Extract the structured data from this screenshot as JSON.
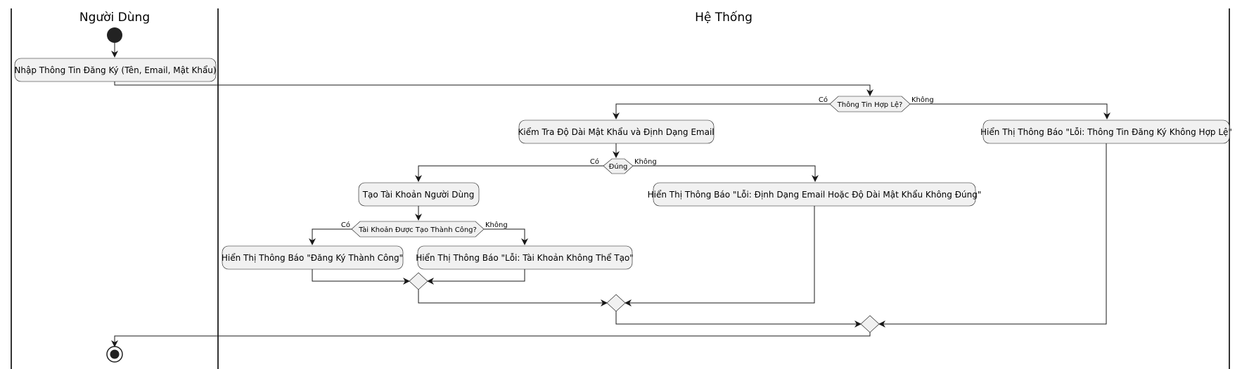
{
  "swimlanes": {
    "user": "Người Dùng",
    "system": "Hệ Thống"
  },
  "actions": {
    "enter_info": "Nhập Thông Tin Đăng Ký (Tên, Email, Mật Khẩu)",
    "check_length_format": "Kiểm Tra Độ Dài Mật Khẩu và Định Dạng Email",
    "show_invalid_info": "Hiển Thị Thông Báo \"Lỗi: Thông Tin Đăng Ký Không Hợp Lệ\"",
    "create_account": "Tạo Tài Khoản Người Dùng",
    "show_format_error": "Hiển Thị Thông Báo \"Lỗi: Định Dạng Email Hoặc Độ Dài Mật Khẩu Không Đúng\"",
    "show_success": "Hiển Thị Thông Báo \"Đăng Ký Thành Công\"",
    "show_create_error": "Hiển Thị Thông Báo \"Lỗi: Tài Khoản Không Thể Tạo\""
  },
  "decisions": {
    "valid_info": "Thông Tin Hợp Lệ?",
    "correct": "Đúng",
    "account_created": "Tài Khoản Được Tạo Thành Công?"
  },
  "branch_labels": {
    "valid_yes": "Có",
    "valid_no": "Không",
    "correct_yes": "Có",
    "correct_no": "Không",
    "created_yes": "Có",
    "created_no": "Không"
  }
}
